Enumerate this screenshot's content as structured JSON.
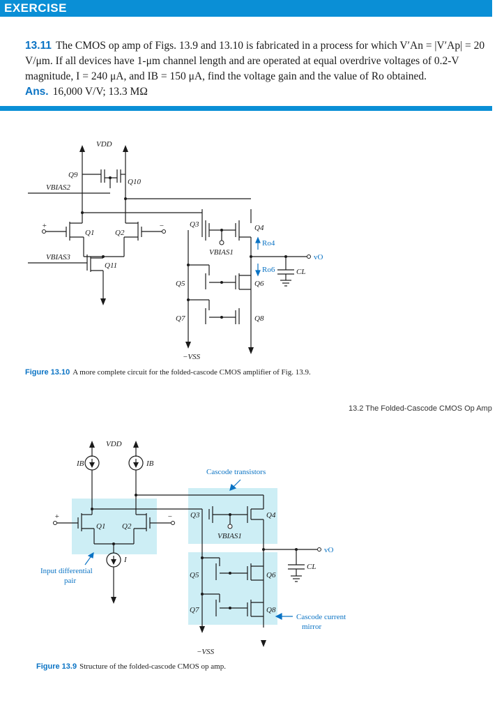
{
  "exercise": {
    "tab_label": "EXERCISE",
    "number": "13.11",
    "text": "The CMOS op amp of Figs. 13.9 and 13.10 is fabricated in a process for which V′An = |V′Ap| = 20 V/μm. If all devices have 1-μm channel length and are operated at equal overdrive voltages of 0.2-V magnitude, I = 240 μA, and IB = 150 μA, find the voltage gain and the value of Ro obtained.",
    "ans_label": "Ans.",
    "ans_value": "16,000 V/V; 13.3 MΩ"
  },
  "figure_10": {
    "caption_num": "Figure 13.10",
    "caption_text": "A more complete circuit for the folded-cascode CMOS amplifier of Fig. 13.9.",
    "labels": {
      "vdd": "VDD",
      "vbias2": "VBIAS2",
      "vbias3": "VBIAS3",
      "vbias1": "VBIAS1",
      "vss": "−VSS",
      "q1": "Q1",
      "q2": "Q2",
      "q3": "Q3",
      "q4": "Q4",
      "q5": "Q5",
      "q6": "Q6",
      "q7": "Q7",
      "q8": "Q8",
      "q9": "Q9",
      "q10": "Q10",
      "q11": "Q11",
      "ro4": "Ro4",
      "ro6": "Ro6",
      "vo": "vO",
      "cl": "CL",
      "plus": "+",
      "minus": "−"
    }
  },
  "running_head": "13.2 The Folded-Cascode CMOS Op Amp",
  "figure_9": {
    "caption_num": "Figure 13.9",
    "caption_text": "Structure of the folded-cascode CMOS op amp.",
    "labels": {
      "vdd": "VDD",
      "ib1": "IB",
      "ib2": "IB",
      "i": "I",
      "vbias1": "VBIAS1",
      "vss": "−VSS",
      "q1": "Q1",
      "q2": "Q2",
      "q3": "Q3",
      "q4": "Q4",
      "q5": "Q5",
      "q6": "Q6",
      "q7": "Q7",
      "q8": "Q8",
      "vo": "vO",
      "cl": "CL",
      "plus": "+",
      "minus": "−",
      "cascode_transistors": "Cascode transistors",
      "input_pair_1": "Input differential",
      "input_pair_2": "pair",
      "mirror_1": "Cascode current",
      "mirror_2": "mirror"
    }
  }
}
